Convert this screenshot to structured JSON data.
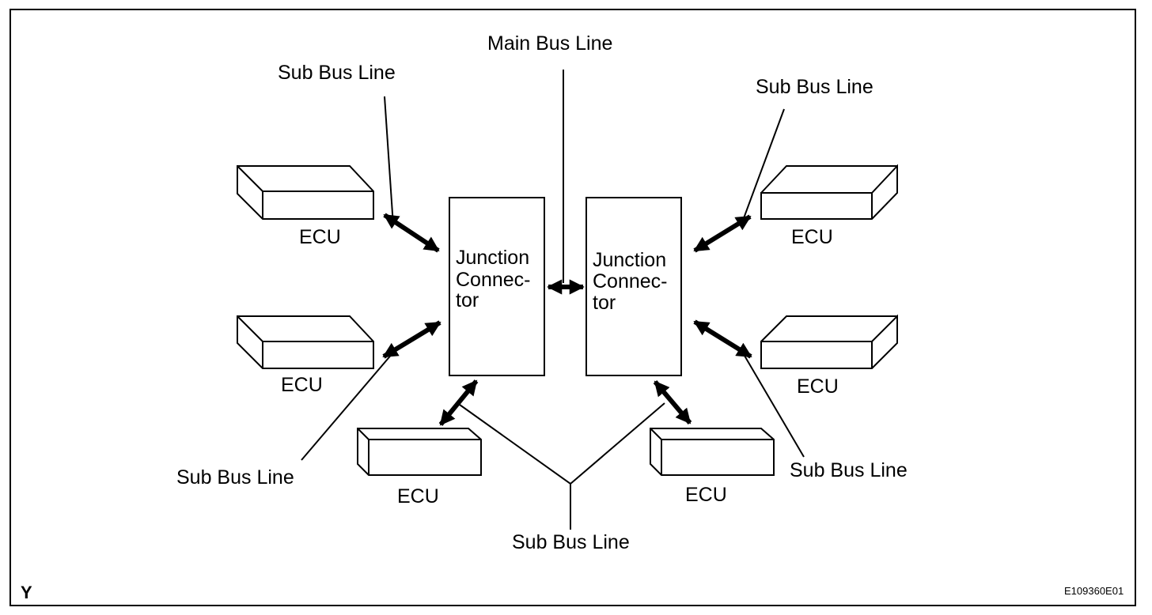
{
  "labels": {
    "main_bus_line": "Main Bus Line",
    "sub_bus_line": "Sub Bus Line",
    "ecu": "ECU",
    "junction_line1": "Junction",
    "junction_line2": "Connec-",
    "junction_line3": "tor"
  },
  "corner_letter": "Y",
  "figure_code": "E109360E01"
}
